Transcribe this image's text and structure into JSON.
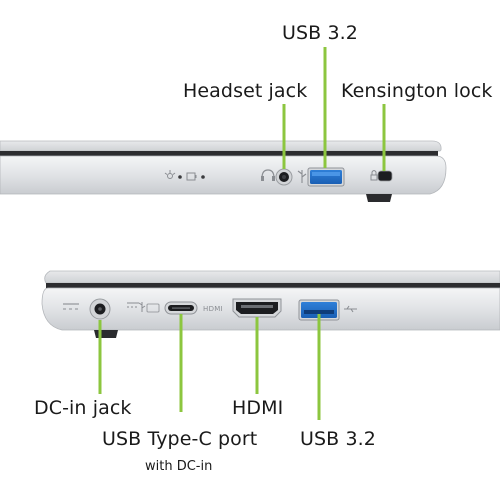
{
  "accent_color": "#8cc63f",
  "top_side": {
    "labels": {
      "usb": "USB 3.2",
      "headset": "Headset jack",
      "kensington": "Kensington lock"
    }
  },
  "bottom_side": {
    "labels": {
      "dc_in": "DC-in jack",
      "usb_c": "USB Type-C port",
      "usb_c_sub": "with DC-in",
      "hdmi": "HDMI",
      "usb": "USB 3.2"
    },
    "port_marks": {
      "hdmi": "HDMI"
    }
  },
  "icons": {
    "headset": "headset-icon",
    "usb": "usb-symbol-icon",
    "lock": "lock-icon",
    "power_led": "power-led-icon",
    "battery_led": "battery-led-icon",
    "dc": "dc-power-symbol-icon"
  }
}
